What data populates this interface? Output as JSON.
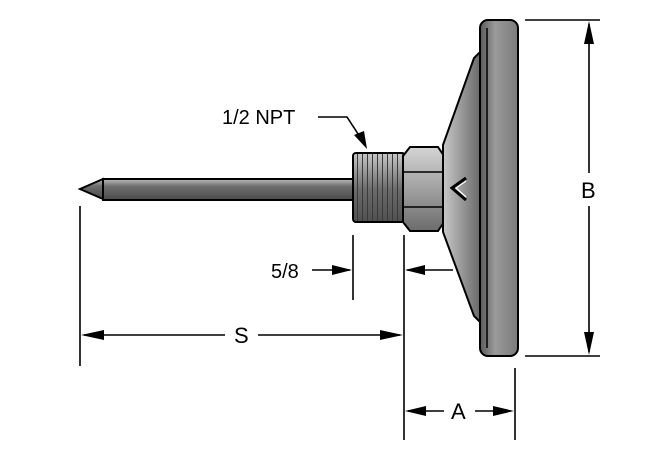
{
  "labels": {
    "thread_size": "1/2 NPT",
    "hex_length": "5/8",
    "stem_length": "S",
    "case_depth": "A",
    "dial_diameter": "B"
  },
  "colors": {
    "ink": "#000000",
    "stem": "#7a7a7a",
    "dial_face": "#8c8c8c",
    "background": "#ffffff"
  }
}
